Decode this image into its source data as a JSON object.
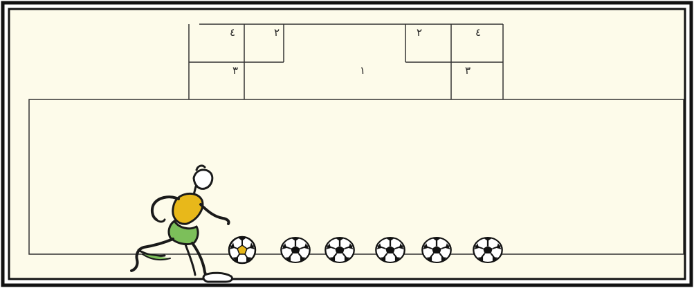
{
  "colors": {
    "background": "#fdfbea",
    "border": "#111111",
    "line": "#333333",
    "jersey_yellow": "#e8b81a",
    "shorts_green": "#7cbf5a"
  },
  "zones": {
    "left_top_outer": "٤",
    "left_top_inner": "٢",
    "left_bottom": "٣",
    "right_top_inner": "٢",
    "right_top_outer": "٤",
    "right_bottom": "٣",
    "center": "١"
  },
  "balls": {
    "count": 6
  },
  "icons": {
    "player": "soccer-player-icon",
    "ball": "soccer-ball-icon"
  }
}
